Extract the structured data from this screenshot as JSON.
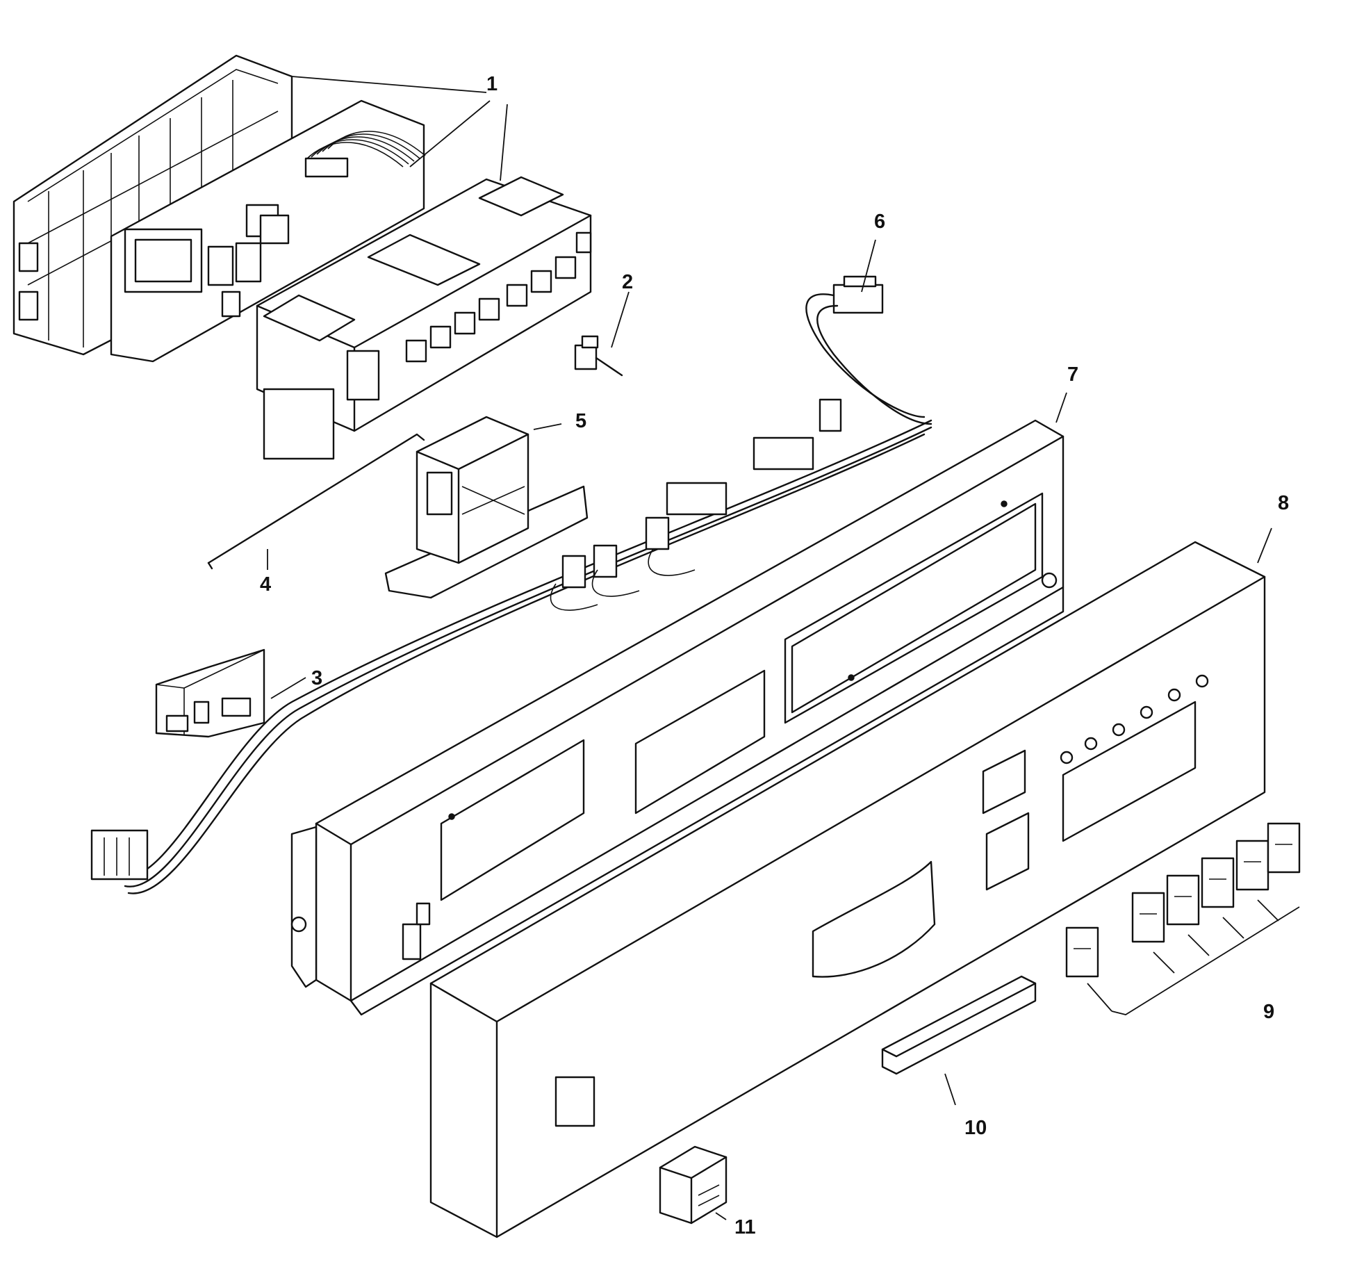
{
  "diagram": {
    "type": "exploded-parts-view",
    "callouts": [
      {
        "id": "part-1",
        "label": "1"
      },
      {
        "id": "part-2",
        "label": "2"
      },
      {
        "id": "part-3",
        "label": "3"
      },
      {
        "id": "part-4",
        "label": "4"
      },
      {
        "id": "part-5",
        "label": "5"
      },
      {
        "id": "part-6",
        "label": "6"
      },
      {
        "id": "part-7",
        "label": "7"
      },
      {
        "id": "part-8",
        "label": "8"
      },
      {
        "id": "part-9",
        "label": "9"
      },
      {
        "id": "part-10",
        "label": "10"
      },
      {
        "id": "part-11",
        "label": "11"
      }
    ]
  }
}
